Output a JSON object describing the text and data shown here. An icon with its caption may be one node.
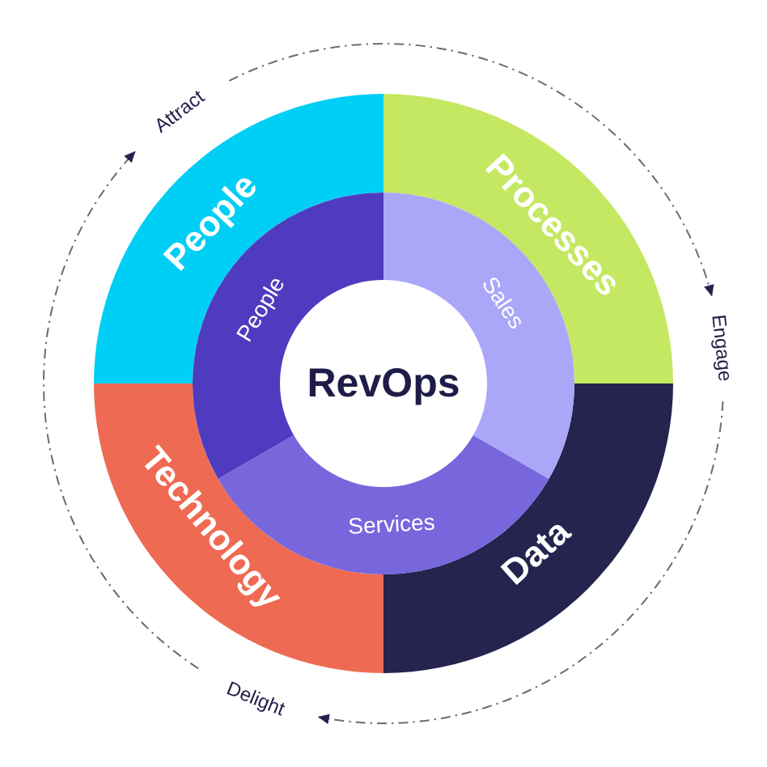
{
  "diagram": {
    "nodes": [
      {
        "text": [
          "People"
        ]
      },
      {
        "text": [
          "Processes"
        ]
      },
      {
        "text": [
          "Technology"
        ]
      },
      {
        "text": [
          "Data"
        ]
      },
      {
        "text": [
          "People"
        ]
      },
      {
        "text": [
          "Sales"
        ]
      },
      {
        "text": [
          "Services"
        ]
      },
      {
        "text": [
          "RevOps"
        ]
      },
      {
        "text": [
          "Attract"
        ]
      },
      {
        "text": [
          "Engage"
        ]
      },
      {
        "text": [
          "Delight"
        ]
      }
    ],
    "edges": [
      {
        "from": 8,
        "to": 9,
        "arrow": "to",
        "style": "dashed"
      },
      {
        "from": 9,
        "to": 10,
        "arrow": "to",
        "style": "dashed"
      },
      {
        "from": 10,
        "to": 8,
        "arrow": "to",
        "style": "dashed"
      }
    ]
  }
}
